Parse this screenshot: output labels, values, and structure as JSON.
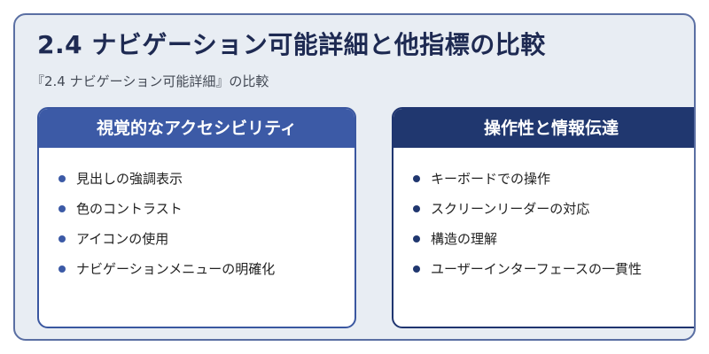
{
  "slide": {
    "title": "2.4 ナビゲーション可能詳細と他指標の比較",
    "subtitle": "『2.4 ナビゲーション可能詳細』の比較"
  },
  "cards": [
    {
      "header": "視覚的なアクセシビリティ",
      "items": [
        "見出しの強調表示",
        "色のコントラスト",
        "アイコンの使用",
        "ナビゲーションメニューの明確化"
      ]
    },
    {
      "header": "操作性と情報伝達",
      "items": [
        "キーボードでの操作",
        "スクリーンリーダーの対応",
        "構造の理解",
        "ユーザーインターフェースの一貫性"
      ]
    }
  ],
  "colors": {
    "left_accent": "#3c5aa6",
    "right_accent": "#20376f",
    "title_text": "#1e2a52",
    "background": "#e8edf3"
  }
}
